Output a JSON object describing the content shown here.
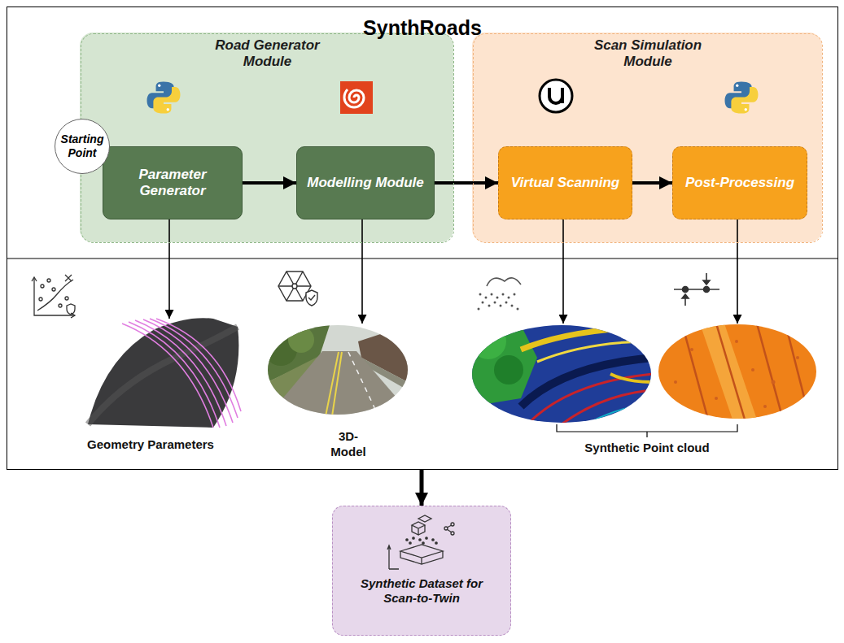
{
  "diagram": {
    "nodes": [
      {
        "text": [
          "SynthRoads"
        ]
      },
      {
        "text": [
          "Road Generator Module"
        ],
        "in": 0
      },
      {
        "text": [
          "Starting Point"
        ],
        "in": 1
      },
      {
        "text": [
          "Parameter Generator"
        ],
        "in": 1
      },
      {
        "text": [
          "Modelling Module"
        ],
        "in": 1
      },
      {
        "text": [
          "Scan Simulation Module"
        ],
        "in": 0
      },
      {
        "text": [
          "Virtual Scanning"
        ],
        "in": 5
      },
      {
        "text": [
          "Post-Processing"
        ],
        "in": 5
      },
      {
        "text": [
          "Synthetic Dataset for Scan-to-Twin"
        ]
      }
    ],
    "edges": [
      {
        "from": 3,
        "to": 4,
        "arrow": "to"
      },
      {
        "from": 4,
        "to": 6,
        "arrow": "to"
      },
      {
        "from": 6,
        "to": 7,
        "arrow": "to"
      },
      {
        "from": 0,
        "to": 8,
        "arrow": "to"
      }
    ],
    "labels": [
      "Geometry Parameters",
      "3D- Model",
      "Synthetic Point cloud"
    ]
  }
}
